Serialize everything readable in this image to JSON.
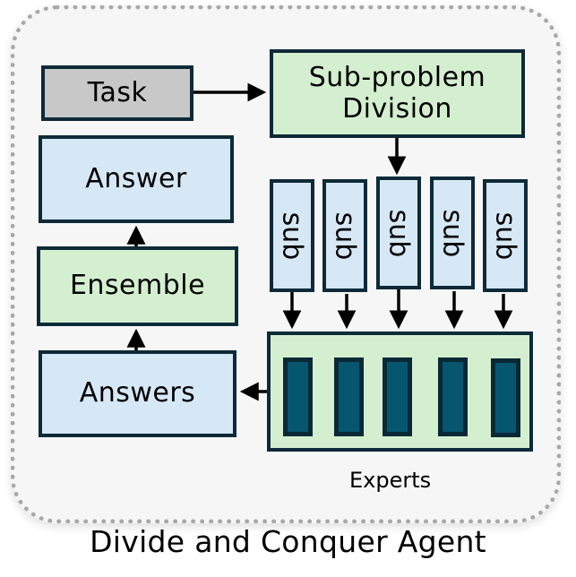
{
  "diagram": {
    "title": "Divide and Conquer Agent",
    "nodes": {
      "task": "Task",
      "subproblem_division": "Sub-problem\nDivision",
      "answer": "Answer",
      "ensemble": "Ensemble",
      "answers": "Answers"
    },
    "sub_problems": [
      "sub",
      "sub",
      "sub",
      "sub",
      "sub"
    ],
    "experts": {
      "label": "Experts",
      "count": 5
    },
    "flow": [
      [
        "Task",
        "Sub-problem Division"
      ],
      [
        "Sub-problem Division",
        "sub"
      ],
      [
        "sub",
        "Experts"
      ],
      [
        "Experts",
        "Answers"
      ],
      [
        "Answers",
        "Ensemble"
      ],
      [
        "Ensemble",
        "Answer"
      ]
    ],
    "colors": {
      "border": "#0e2a38",
      "blue_fill": "#d6e8f6",
      "green_fill": "#d4efcf",
      "gray_fill": "#c8c8c8",
      "expert_fill": "#065670",
      "frame_dots": "#a8a8a8"
    }
  }
}
